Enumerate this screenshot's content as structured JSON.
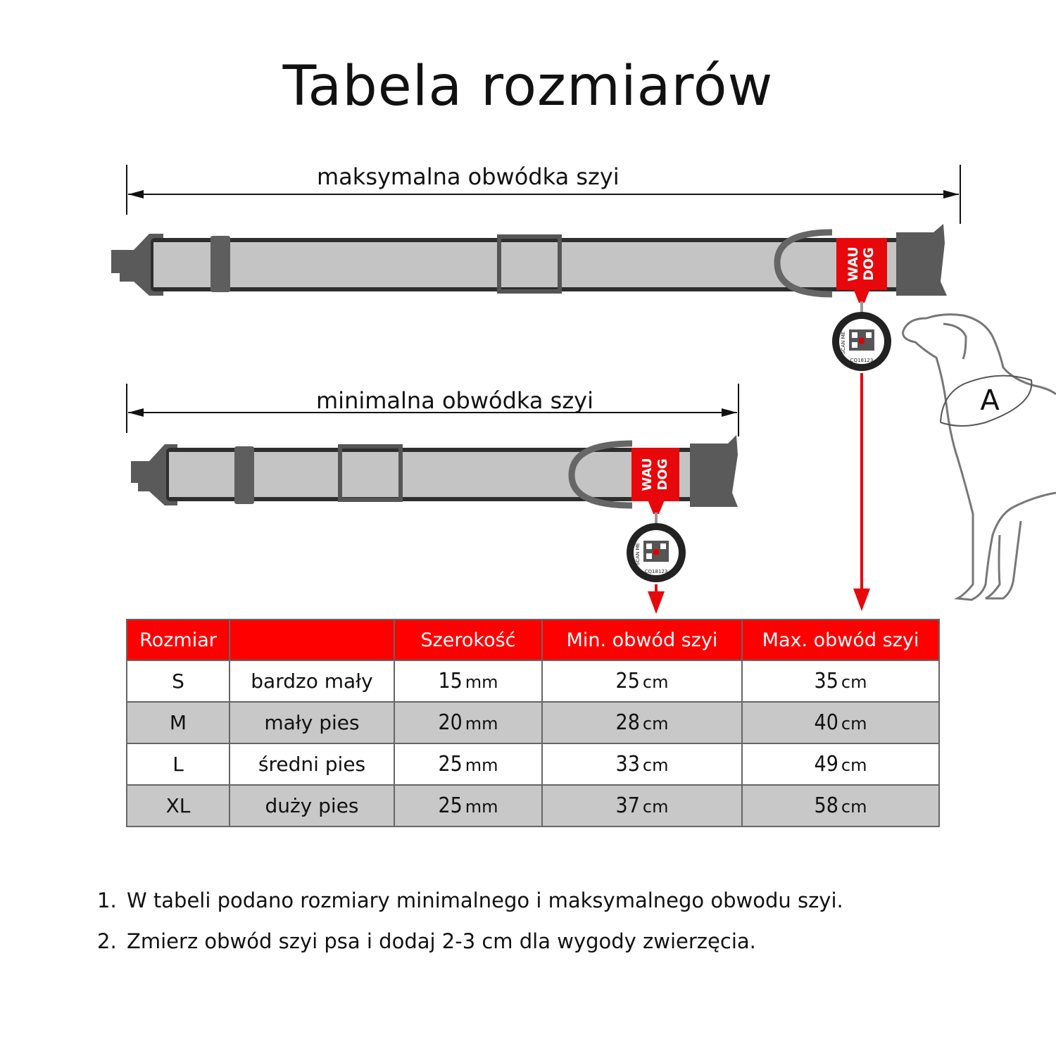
{
  "title": "Tabela rozmiarów",
  "dimensions": {
    "max_label": "maksymalna obwódka szyi",
    "min_label": "minimalna obwódka szyi"
  },
  "collar": {
    "brand_line1": "WAU",
    "brand_line2": "DOG",
    "tag_scan": "SCAN ME",
    "tag_code": "CQ18123"
  },
  "dog": {
    "measure_letter": "A"
  },
  "colors": {
    "accent": "#ff0000",
    "row_alt": "#c8c8c8",
    "collar_gray": "#c4c4c4",
    "hardware": "#5a5a5a"
  },
  "table": {
    "headers": [
      "Rozmiar",
      "",
      "Szerokość",
      "Min. obwód szyi",
      "Max. obwód szyi"
    ],
    "rows": [
      {
        "size": "S",
        "desc": "bardzo mały",
        "width": "15",
        "width_unit": "mm",
        "min": "25",
        "min_unit": "cm",
        "max": "35",
        "max_unit": "cm"
      },
      {
        "size": "M",
        "desc": "mały pies",
        "width": "20",
        "width_unit": "mm",
        "min": "28",
        "min_unit": "cm",
        "max": "40",
        "max_unit": "cm"
      },
      {
        "size": "L",
        "desc": "średni pies",
        "width": "25",
        "width_unit": "mm",
        "min": "33",
        "min_unit": "cm",
        "max": "49",
        "max_unit": "cm"
      },
      {
        "size": "XL",
        "desc": "duży pies",
        "width": "25",
        "width_unit": "mm",
        "min": "37",
        "min_unit": "cm",
        "max": "58",
        "max_unit": "cm"
      }
    ]
  },
  "notes": [
    {
      "num": "1.",
      "text": "W tabeli podano rozmiary minimalnego i maksymalnego obwodu szyi."
    },
    {
      "num": "2.",
      "text": "Zmierz obwód szyi psa i dodaj 2-3 cm dla wygody zwierzęcia."
    }
  ]
}
